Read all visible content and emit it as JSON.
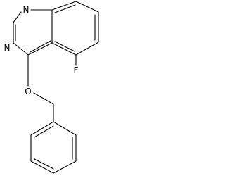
{
  "molecule": {
    "atoms": {
      "n1": "N",
      "n3": "N",
      "o": "O",
      "f": "F"
    }
  }
}
